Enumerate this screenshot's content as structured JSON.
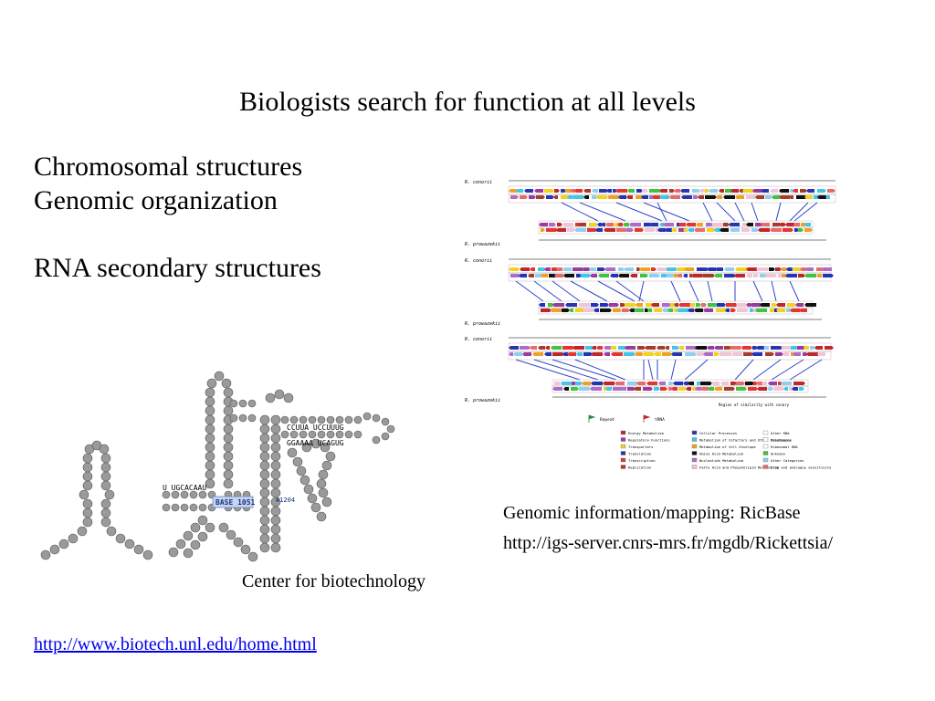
{
  "slide": {
    "title": "Biologists search for function at all levels",
    "bullets": [
      "Chromosomal structures",
      "Genomic organization",
      "RNA secondary structures"
    ],
    "caption_left": "Center for biotechnology",
    "link_left": "http://www.biotech.unl.edu/home.html",
    "caption_right_1": "Genomic information/mapping: RicBase",
    "caption_right_2": "http://igs-server.cnrs-mrs.fr/mgdb/Rickettsia/"
  },
  "rna_figure": {
    "base_label": "BASE 1051",
    "marker_label": "#1204",
    "seq_top": "CCUUA UCCUUUG",
    "seq_mid": "GGAAAA UCAGUG",
    "seq_left": "U UGCACAAU"
  },
  "genome_figure": {
    "species_top": "R. conorii",
    "species_bottom": "R. prowazekii",
    "legend_note": "Region of similarity with conary",
    "key": [
      {
        "label": "Repeat",
        "color": "#2a8a4a"
      },
      {
        "label": "tRNA",
        "color": "#c0262c"
      }
    ],
    "legend": [
      {
        "label": "Energy Metabolism",
        "color": "#c0262c"
      },
      {
        "label": "Regulatory Functions",
        "color": "#9b3aa0"
      },
      {
        "label": "Transporters",
        "color": "#f2d21b"
      },
      {
        "label": "Translation",
        "color": "#2233b8"
      },
      {
        "label": "Transcription",
        "color": "#e2362e"
      },
      {
        "label": "Replication",
        "color": "#a83c2a"
      },
      {
        "label": "Cellular Processes",
        "color": "#2a35b0"
      },
      {
        "label": "Metabolism of Cofactors and Other Substances",
        "color": "#40c6e6"
      },
      {
        "label": "Metabolism of Cell Envelope",
        "color": "#f2a020"
      },
      {
        "label": "Amino Acid Metabolism",
        "color": "#111111"
      },
      {
        "label": "Nucleotide Metabolism",
        "color": "#b06ac8"
      },
      {
        "label": "Fatty Acid and Phospholipid Metabolism",
        "color": "#f3c4d8"
      },
      {
        "label": "Other RNA",
        "color": "#ffffff"
      },
      {
        "label": "Pseudogene",
        "color": "#ffffff"
      },
      {
        "label": "Ribosomal RNA",
        "color": "#ffffff"
      },
      {
        "label": "Unknown",
        "color": "#3ec43e"
      },
      {
        "label": "Other Categories",
        "color": "#8fd0f0"
      },
      {
        "label": "Drug and analogue sensitivity",
        "color": "#e96a6a"
      }
    ]
  }
}
